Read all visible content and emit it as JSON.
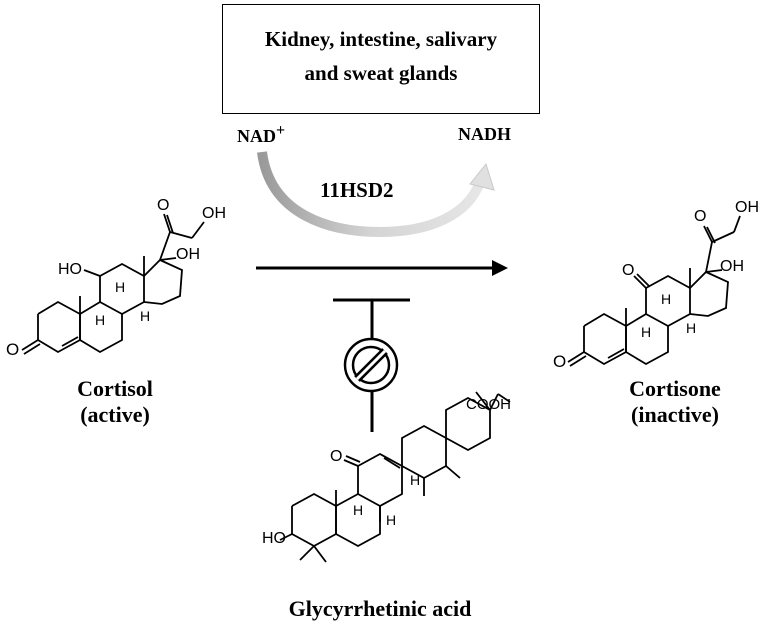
{
  "tissues": {
    "line1": "Kidney, intestine, salivary",
    "line2": "and sweat glands"
  },
  "cofactors": {
    "substrate": "NAD",
    "substrate_sup": "+",
    "product": "NADH"
  },
  "enzyme": {
    "name": "11HSD2"
  },
  "cortisol": {
    "name": "Cortisol",
    "state": "(active)",
    "atoms": {
      "o_ketone": "O",
      "oh_ring": "HO",
      "oh_17": "OH",
      "oh_side": "OH",
      "side_o": "O",
      "h_a": "H",
      "h_b": "H",
      "h_c": "H"
    }
  },
  "cortisone": {
    "name": "Cortisone",
    "state": "(inactive)",
    "atoms": {
      "o_ketone": "O",
      "o_11": "O",
      "oh_17": "OH",
      "oh_side": "OH",
      "side_o": "O",
      "h_a": "H",
      "h_b": "H",
      "h_c": "H"
    }
  },
  "inhibitor": {
    "name": "Glycyrrhetinic acid",
    "atoms": {
      "cooh": "COOH",
      "o_ketone": "O",
      "ho": "HO",
      "h_a": "H",
      "h_b": "H",
      "h_c": "H"
    }
  },
  "colors": {
    "curved_arrow": "#b8b8b8",
    "line": "#000000"
  }
}
